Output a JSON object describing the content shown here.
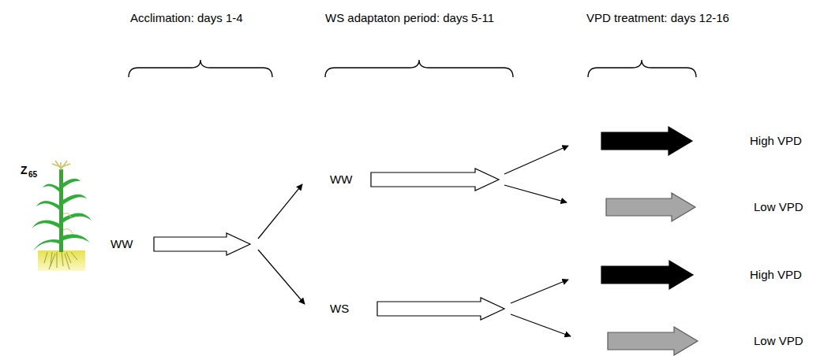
{
  "diagram": {
    "nodes": [
      {
        "text": [
          "WW"
        ]
      },
      {
        "text": [
          "WW"
        ]
      },
      {
        "text": [
          "WS"
        ]
      },
      {
        "text": [
          "High VPD"
        ]
      },
      {
        "text": [
          "Low VPD"
        ]
      },
      {
        "text": [
          "High VPD"
        ]
      },
      {
        "text": [
          "Low VPD"
        ]
      }
    ],
    "edges": [
      {
        "from": 0,
        "to": 1,
        "arrow": "to"
      },
      {
        "from": 0,
        "to": 2,
        "arrow": "to"
      },
      {
        "from": 1,
        "to": 3,
        "arrow": "to"
      },
      {
        "from": 1,
        "to": 4,
        "arrow": "to"
      },
      {
        "from": 2,
        "to": 5,
        "arrow": "to"
      },
      {
        "from": 2,
        "to": 6,
        "arrow": "to"
      }
    ],
    "labels": [
      "Acclimation: days 1-4",
      "WS adaptaton period: days 5-11",
      "VPD treatment: days 12-16",
      "Z",
      "65"
    ]
  }
}
